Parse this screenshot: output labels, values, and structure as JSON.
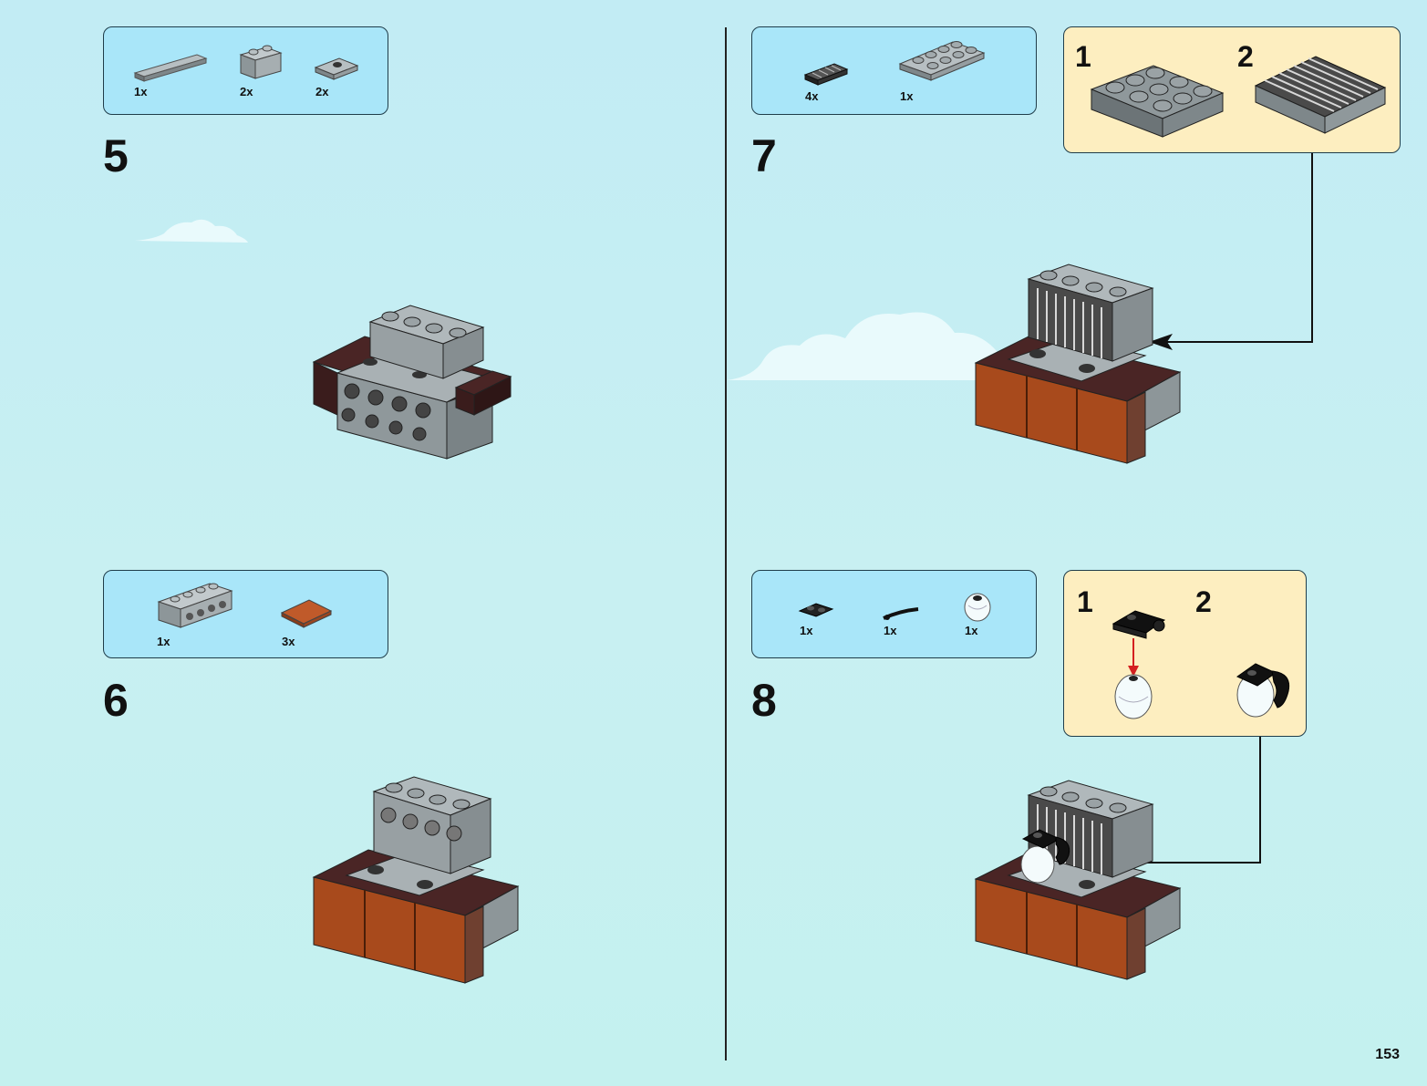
{
  "page": {
    "number": "153"
  },
  "steps": [
    {
      "number": "5",
      "parts": [
        {
          "name": "gray-plate-1x8",
          "qty": "1x"
        },
        {
          "name": "gray-brick-1x2",
          "qty": "2x"
        },
        {
          "name": "gray-jumper-plate-1x2",
          "qty": "2x"
        }
      ]
    },
    {
      "number": "6",
      "parts": [
        {
          "name": "gray-technic-brick-1x4",
          "qty": "1x"
        },
        {
          "name": "reddish-brown-tile-2x2",
          "qty": "3x"
        }
      ]
    },
    {
      "number": "7",
      "parts": [
        {
          "name": "black-grille-tile-1x2",
          "qty": "4x"
        },
        {
          "name": "gray-plate-2x4",
          "qty": "1x"
        }
      ],
      "subassembly": [
        {
          "label": "1"
        },
        {
          "label": "2"
        }
      ]
    },
    {
      "number": "8",
      "parts": [
        {
          "name": "black-clip-plate",
          "qty": "1x"
        },
        {
          "name": "black-bar",
          "qty": "1x"
        },
        {
          "name": "trans-clear-dome",
          "qty": "1x"
        }
      ],
      "subassembly": [
        {
          "label": "1"
        },
        {
          "label": "2"
        }
      ]
    }
  ],
  "colors": {
    "background": "#c2ecf4",
    "parts_box": "#a9e6f9",
    "subassembly_box": "#fdeec0",
    "brick_gray": "#9aa3a6",
    "brick_brown": "#a84a1c",
    "brick_dark": "#3a1f1f",
    "arrow_red": "#d42020"
  }
}
